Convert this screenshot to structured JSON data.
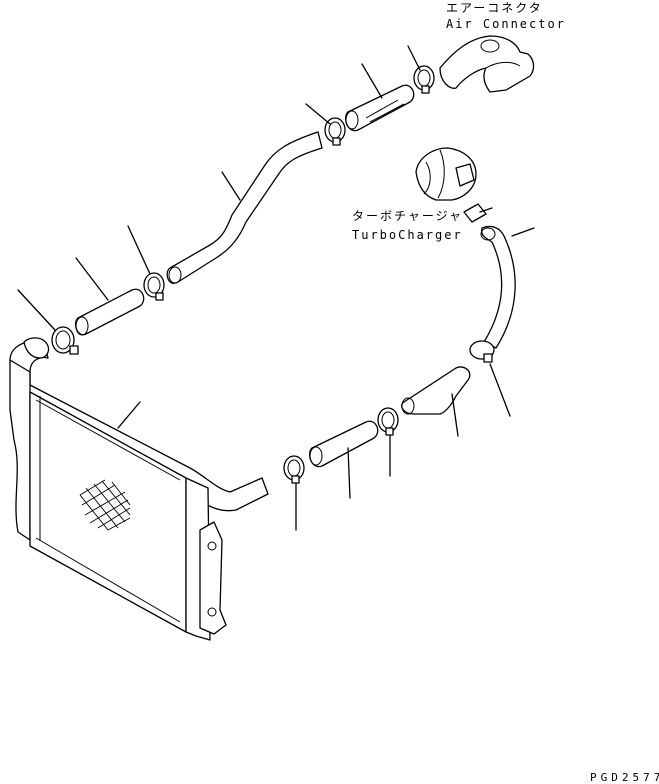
{
  "labels": {
    "air_connector_jp": "エアーコネクタ",
    "air_connector_en": "Air Connector",
    "turbocharger_jp": "ターボチャージャ",
    "turbocharger_en": "TurboCharger",
    "drawing_code": "PGD2577"
  },
  "colors": {
    "ink": "#000000",
    "paper": "#ffffff"
  }
}
